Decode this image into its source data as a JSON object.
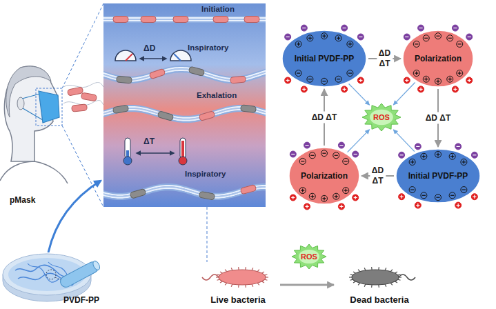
{
  "diagram": {
    "nodes": [
      {
        "text": [
          "Initiation",
          "Inspiratory",
          "Exhalation",
          "Inspiratory",
          "ΔD",
          "ΔT"
        ]
      },
      {
        "text": [
          "Initial PVDF-PP"
        ]
      },
      {
        "text": [
          "Polarization"
        ]
      },
      {
        "text": [
          "Initial PVDF-PP"
        ]
      },
      {
        "text": [
          "Polarization"
        ]
      },
      {
        "text": [
          "ROS"
        ]
      },
      {
        "text": [
          "ROS"
        ]
      },
      {
        "text": [
          "Live bacteria"
        ]
      },
      {
        "text": [
          "Dead bacteria"
        ]
      }
    ],
    "edges": [
      {
        "from": 1,
        "to": 2,
        "label": "ΔD ΔT",
        "arrow": "to"
      },
      {
        "from": 2,
        "to": 3,
        "label": "ΔD ΔT",
        "arrow": "to"
      },
      {
        "from": 3,
        "to": 4,
        "label": "ΔD ΔT",
        "arrow": "to"
      },
      {
        "from": 4,
        "to": 1,
        "label": "ΔD ΔT",
        "arrow": "to"
      },
      {
        "from": 1,
        "to": 5,
        "arrow": "to"
      },
      {
        "from": 2,
        "to": 5,
        "arrow": "to"
      },
      {
        "from": 3,
        "to": 5,
        "arrow": "to"
      },
      {
        "from": 4,
        "to": 5,
        "arrow": "to"
      },
      {
        "from": 7,
        "to": 8,
        "arrow": "to"
      }
    ],
    "labels": [
      "pMask",
      "PVDF-PP"
    ]
  }
}
